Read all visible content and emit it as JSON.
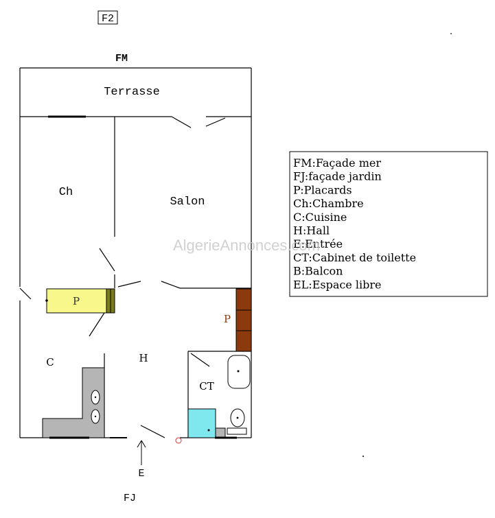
{
  "header": {
    "plan_type": "F2"
  },
  "orientation": {
    "top": "FM",
    "bottom": "FJ",
    "entry": "E"
  },
  "rooms": {
    "terrasse": "Terrasse",
    "ch": "Ch",
    "salon": "Salon",
    "placard_1": "P",
    "placard_2": "P",
    "c": "C",
    "h": "H",
    "ct": "CT"
  },
  "watermark": "AlgerieAnnonces.com",
  "legend": {
    "items": [
      "FM:Façade mer",
      "FJ:façade jardin",
      "P:Placards",
      "Ch:Chambre",
      "C:Cuisine",
      "H:Hall",
      "E:Entrée",
      "CT:Cabinet de toilette",
      "B:Balcon",
      "EL:Espace libre"
    ]
  },
  "colors": {
    "wall": "#000000",
    "placard_yellow": "#f7f78c",
    "placard_olive": "#7a7a1e",
    "placard_brown": "#8b3a0e",
    "kitchen_gray": "#b5b5b5",
    "shower_cyan": "#7fe8ef",
    "watermark": "#cfcfcf"
  }
}
